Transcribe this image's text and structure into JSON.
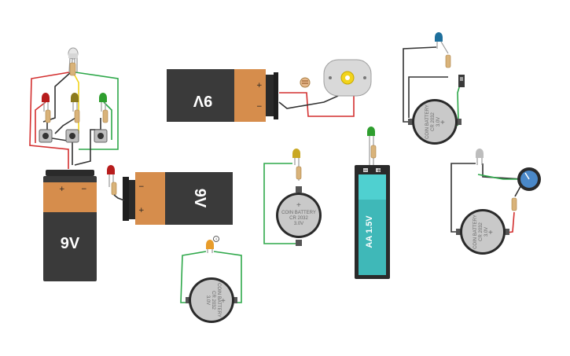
{
  "canvas": {
    "background": "#ffffff"
  },
  "labels": {
    "nine_volt": "9V",
    "coin_line1": "COIN BATTERY",
    "coin_line2": "CR 2032",
    "coin_line3": "3.0V",
    "aa_battery": "AA 1.5V",
    "plus": "+",
    "minus": "−",
    "info_badge": "i"
  },
  "colors": {
    "wire_red": "#d32f2f",
    "wire_black": "#333333",
    "wire_green": "#2ea84a",
    "wire_yellow": "#f2d41c",
    "battery_dark": "#3a3a3a",
    "battery_orange": "#d68d4c",
    "coin_silver": "#c9c9c9",
    "aa_teal": "#3fb8b8",
    "led_red": "#b71c1c",
    "led_olive": "#8b7a1c",
    "led_green": "#2e9e2e",
    "led_blue": "#1e6f9c",
    "led_orange": "#e89c2a",
    "led_white": "#bdbdbd",
    "potentiometer_blue": "#4a88c8"
  },
  "components": [
    {
      "type": "rgb-led"
    },
    {
      "type": "led",
      "color": "red"
    },
    {
      "type": "led",
      "color": "olive"
    },
    {
      "type": "led",
      "color": "green"
    },
    {
      "type": "pushbutton"
    },
    {
      "type": "pushbutton"
    },
    {
      "type": "pushbutton"
    },
    {
      "type": "9v-battery"
    },
    {
      "type": "9v-battery"
    },
    {
      "type": "9v-battery"
    },
    {
      "type": "photoresistor"
    },
    {
      "type": "dc-motor"
    },
    {
      "type": "led",
      "color": "red"
    },
    {
      "type": "led",
      "color": "yellow"
    },
    {
      "type": "led",
      "color": "orange"
    },
    {
      "type": "led",
      "color": "green"
    },
    {
      "type": "led",
      "color": "blue"
    },
    {
      "type": "led",
      "color": "white"
    },
    {
      "type": "coin-cell"
    },
    {
      "type": "coin-cell"
    },
    {
      "type": "coin-cell"
    },
    {
      "type": "coin-cell"
    },
    {
      "type": "aa-battery"
    },
    {
      "type": "slide-switch"
    },
    {
      "type": "potentiometer"
    }
  ]
}
